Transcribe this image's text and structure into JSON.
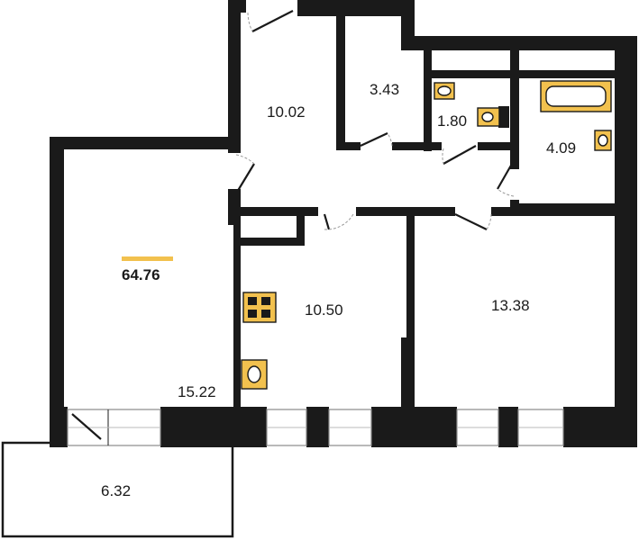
{
  "plan": {
    "total_area": "64.76",
    "accent_color": "#f2c14e",
    "rooms": [
      {
        "id": "living-room",
        "area": "15.22"
      },
      {
        "id": "hallway",
        "area": "10.02"
      },
      {
        "id": "storage",
        "area": "3.43"
      },
      {
        "id": "toilet",
        "area": "1.80"
      },
      {
        "id": "bathroom",
        "area": "4.09"
      },
      {
        "id": "kitchen",
        "area": "10.50"
      },
      {
        "id": "bedroom",
        "area": "13.38"
      },
      {
        "id": "balcony",
        "area": "6.32"
      }
    ],
    "fixtures": [
      "bathtub-icon",
      "sink-icon",
      "toilet-icon",
      "stove-icon"
    ]
  }
}
